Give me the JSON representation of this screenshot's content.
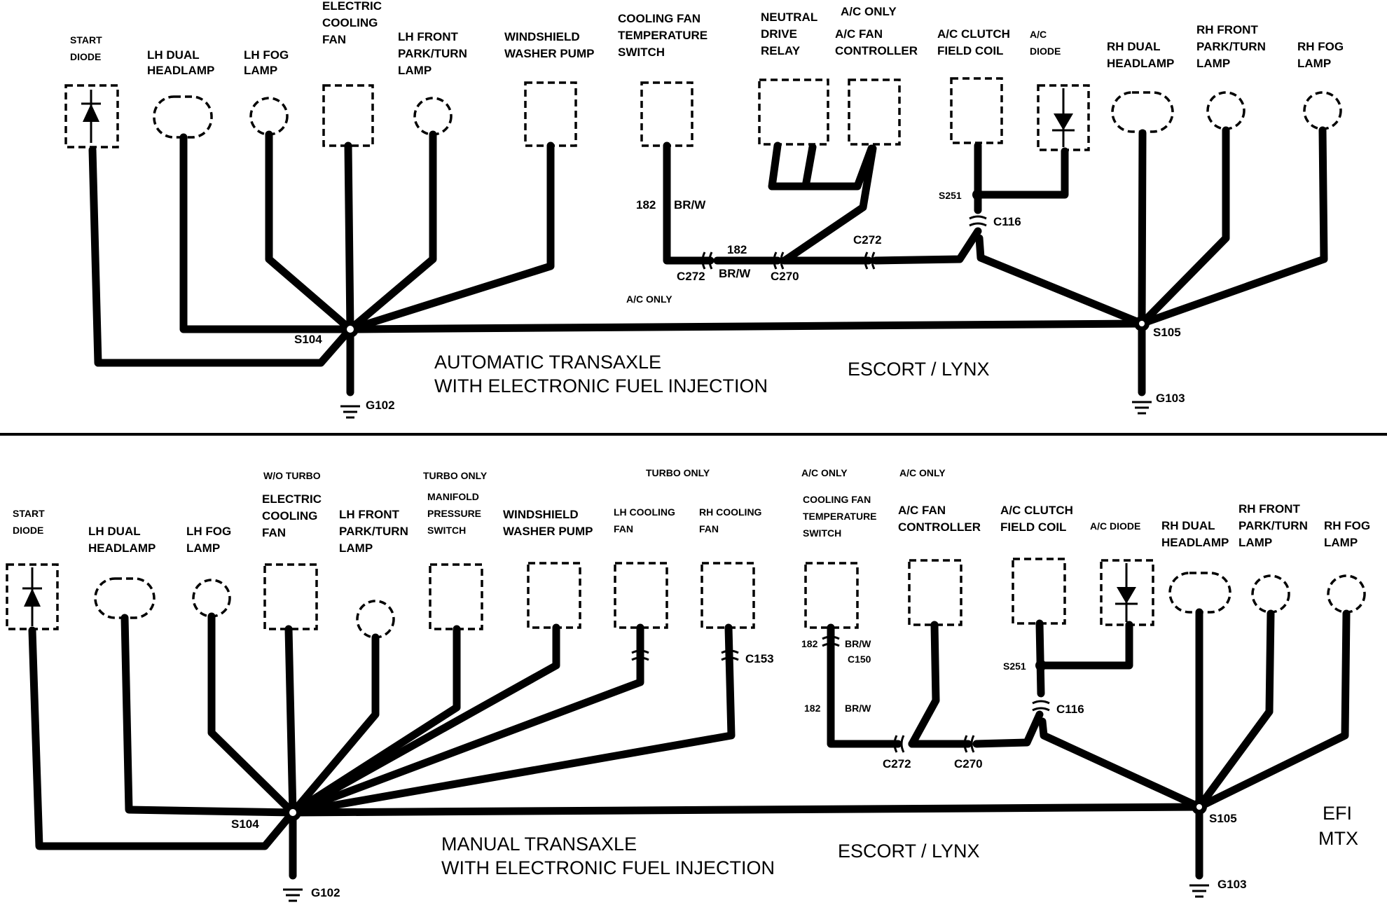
{
  "top": {
    "labels": {
      "start_diode": [
        "START",
        "DIODE"
      ],
      "lh_dual_headlamp": [
        "LH DUAL",
        "HEADLAMP"
      ],
      "lh_fog_lamp": [
        "LH FOG",
        "LAMP"
      ],
      "electric_cooling_fan": [
        "ELECTRIC",
        "COOLING",
        "FAN"
      ],
      "lh_front_park_turn_lamp": [
        "LH FRONT",
        "PARK/TURN",
        "LAMP"
      ],
      "windshield_washer_pump": [
        "WINDSHIELD",
        "WASHER PUMP"
      ],
      "cooling_fan_temperature_switch": [
        "COOLING FAN",
        "TEMPERATURE",
        "SWITCH"
      ],
      "neutral_drive_relay": [
        "NEUTRAL",
        "DRIVE",
        "RELAY"
      ],
      "ac_only": "A/C ONLY",
      "ac_fan_controller": [
        "A/C FAN",
        "CONTROLLER"
      ],
      "ac_clutch_field_coil": [
        "A/C CLUTCH",
        "FIELD COIL"
      ],
      "ac_diode": [
        "A/C",
        "DIODE"
      ],
      "rh_dual_headlamp": [
        "RH DUAL",
        "HEADLAMP"
      ],
      "rh_front_park_turn_lamp": [
        "RH FRONT",
        "PARK/TURN",
        "LAMP"
      ],
      "rh_fog_lamp": [
        "RH FOG",
        "LAMP"
      ]
    },
    "wire_182": "182",
    "wire_brw": "BR/W",
    "c272_a": "C272",
    "c270": "C270",
    "c272_b": "C272",
    "s251": "S251",
    "c116": "C116",
    "ac_only_note": "A/C ONLY",
    "s104": "S104",
    "s105": "S105",
    "g102": "G102",
    "g103": "G103",
    "title_line1": "AUTOMATIC TRANSAXLE",
    "title_line2": "WITH ELECTRONIC FUEL INJECTION",
    "model": "ESCORT / LYNX"
  },
  "bottom": {
    "labels": {
      "start_diode": [
        "START",
        "DIODE"
      ],
      "lh_dual_headlamp": [
        "LH DUAL",
        "HEADLAMP"
      ],
      "lh_fog_lamp": [
        "LH FOG",
        "LAMP"
      ],
      "wo_turbo": "W/O TURBO",
      "electric_cooling_fan": [
        "ELECTRIC",
        "COOLING",
        "FAN"
      ],
      "lh_front_park_turn_lamp": [
        "LH FRONT",
        "PARK/TURN",
        "LAMP"
      ],
      "turbo_only_a": "TURBO ONLY",
      "manifold_pressure_switch": [
        "MANIFOLD",
        "PRESSURE",
        "SWITCH"
      ],
      "windshield_washer_pump": [
        "WINDSHIELD",
        "WASHER PUMP"
      ],
      "turbo_only_b": "TURBO ONLY",
      "lh_cooling_fan": [
        "LH COOLING",
        "FAN"
      ],
      "rh_cooling_fan": [
        "RH COOLING",
        "FAN"
      ],
      "ac_only_a": "A/C ONLY",
      "cooling_fan_temperature_switch": [
        "COOLING FAN",
        "TEMPERATURE",
        "SWITCH"
      ],
      "ac_only_b": "A/C ONLY",
      "ac_fan_controller": [
        "A/C FAN",
        "CONTROLLER"
      ],
      "ac_clutch_field_coil": [
        "A/C CLUTCH",
        "FIELD COIL"
      ],
      "ac_diode": "A/C DIODE",
      "rh_dual_headlamp": [
        "RH DUAL",
        "HEADLAMP"
      ],
      "rh_front_park_turn_lamp": [
        "RH FRONT",
        "PARK/TURN",
        "LAMP"
      ],
      "rh_fog_lamp": [
        "RH FOG",
        "LAMP"
      ]
    },
    "c153": "C153",
    "wire_182_a": "182",
    "wire_brw_a": "BR/W",
    "c150": "C150",
    "wire_182_b": "182",
    "wire_brw_b": "BR/W",
    "s251": "S251",
    "c116": "C116",
    "c272": "C272",
    "c270": "C270",
    "s104": "S104",
    "s105": "S105",
    "g102": "G102",
    "g103": "G103",
    "title_line1": "MANUAL TRANSAXLE",
    "title_line2": "WITH ELECTRONIC FUEL INJECTION",
    "model": "ESCORT / LYNX",
    "efi": "EFI",
    "mtx": "MTX"
  }
}
